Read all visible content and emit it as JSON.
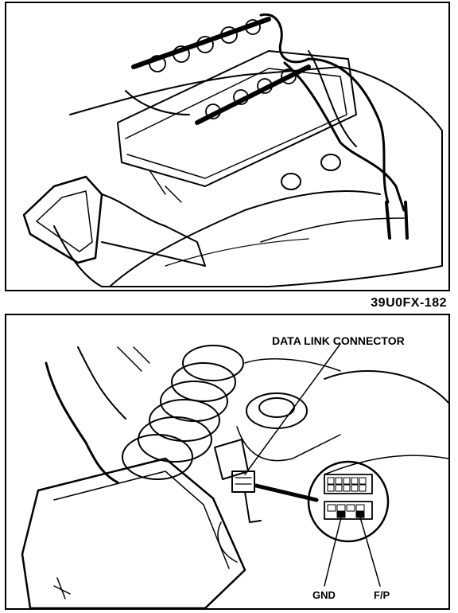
{
  "figure_id": "39U0FX-182",
  "labels": {
    "data_link_connector": "DATA LINK CONNECTOR",
    "gnd": "GND",
    "fp": "F/P"
  },
  "colors": {
    "ink": "#000000",
    "paper": "#ffffff"
  }
}
